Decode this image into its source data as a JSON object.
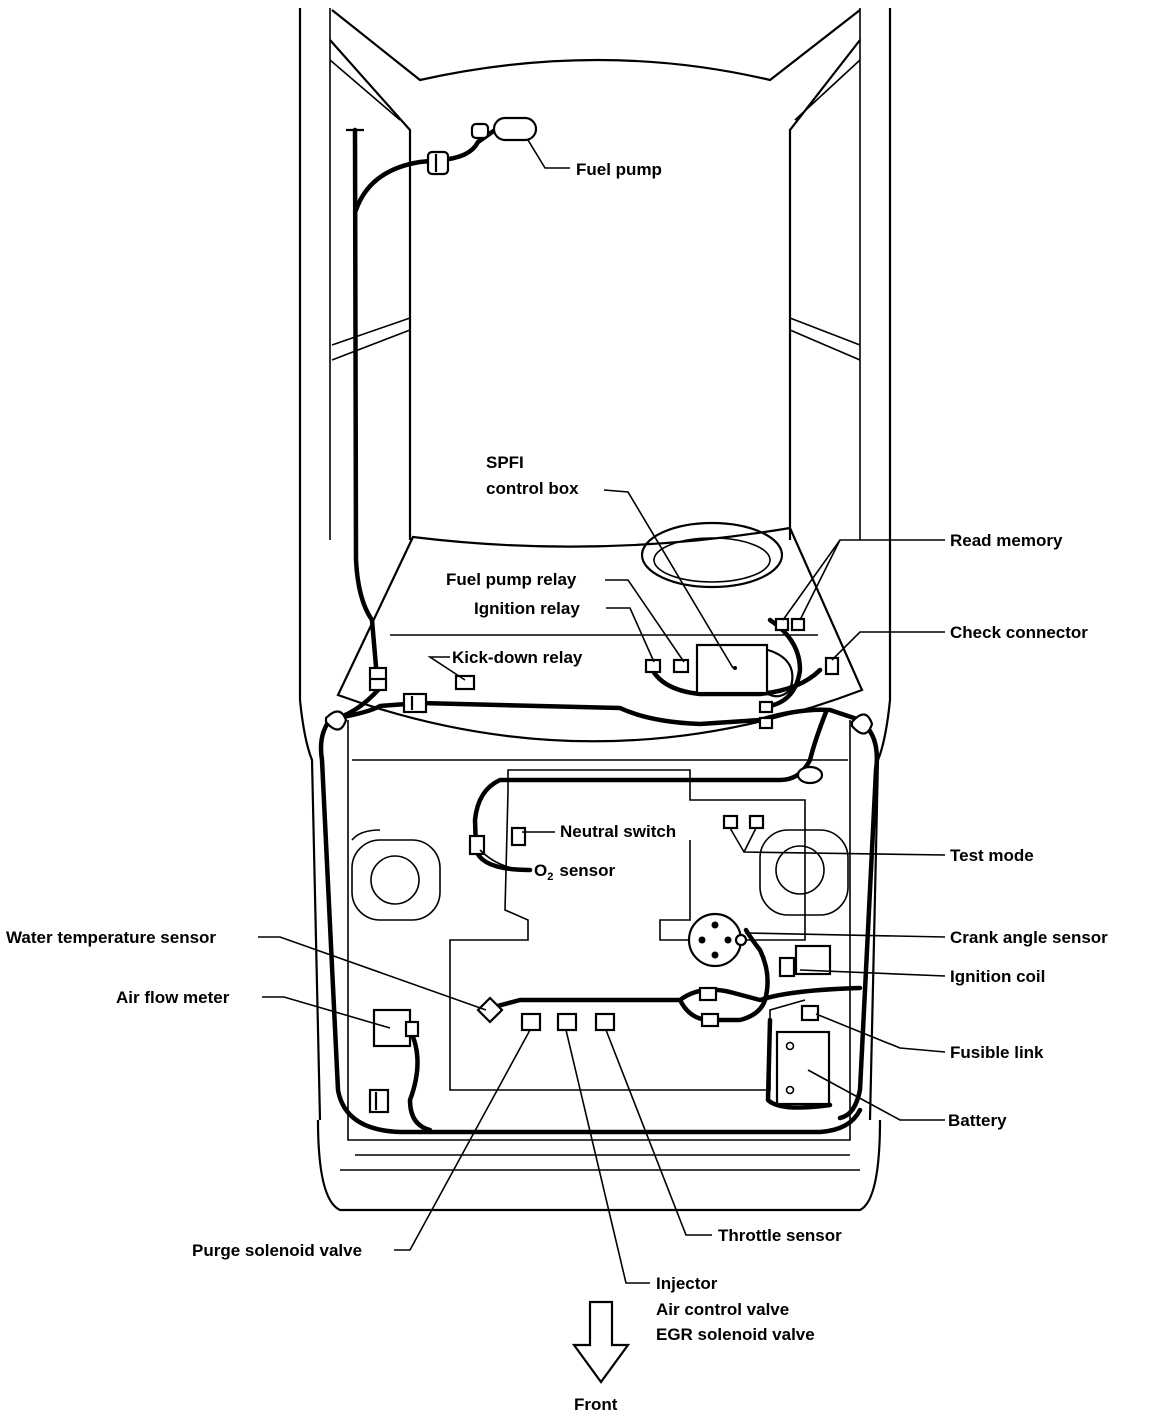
{
  "diagram": {
    "components": {
      "fuel_pump": "Fuel pump",
      "spfi_line1": "SPFI",
      "spfi_line2": "control box",
      "read_memory": "Read memory",
      "fuel_pump_relay": "Fuel pump relay",
      "ignition_relay": "Ignition relay",
      "check_connector": "Check connector",
      "kick_down_relay": "Kick-down relay",
      "neutral_switch": "Neutral switch",
      "test_mode": "Test mode",
      "o2_sensor_o": "O",
      "o2_sensor_sub": "2",
      "o2_sensor_rest": "sensor",
      "water_temperature_sensor": "Water temperature sensor",
      "crank_angle_sensor": "Crank angle sensor",
      "ignition_coil": "Ignition coil",
      "air_flow_meter": "Air flow meter",
      "fusible_link": "Fusible link",
      "battery": "Battery",
      "throttle_sensor": "Throttle sensor",
      "purge_solenoid_valve": "Purge solenoid valve",
      "injector": "Injector",
      "air_control_valve": "Air control valve",
      "egr_solenoid_valve": "EGR solenoid valve"
    },
    "direction_label": "Front"
  }
}
